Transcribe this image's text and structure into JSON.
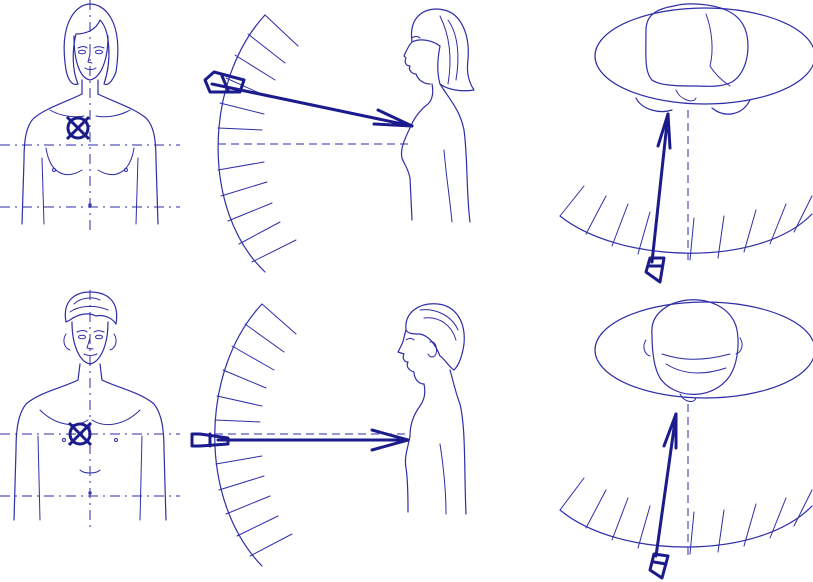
{
  "colors": {
    "line": "#2e2ea8",
    "arrow": "#1b1b8c",
    "background": "#ffffff"
  },
  "panels": [
    {
      "subject": "female",
      "views": [
        "front",
        "side",
        "top"
      ],
      "marker": "cross-in-circle"
    },
    {
      "subject": "male",
      "views": [
        "front",
        "side",
        "top"
      ],
      "marker": "cross-in-circle"
    }
  ]
}
